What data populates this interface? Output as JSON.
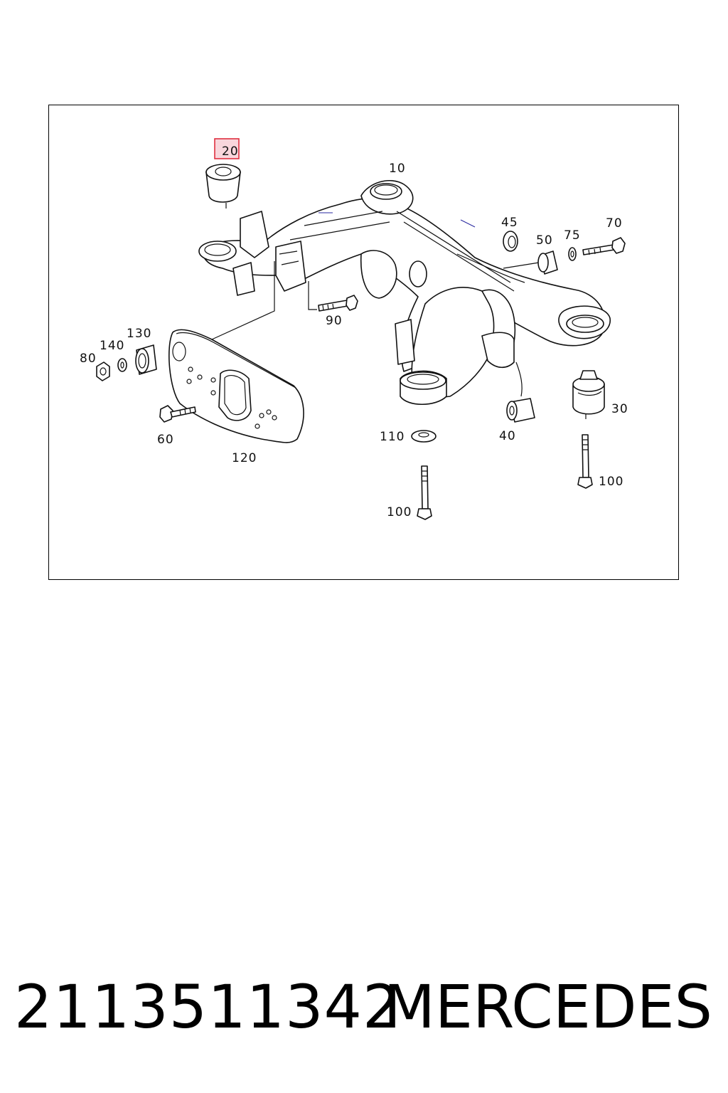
{
  "diagram": {
    "highlight_color": "#e03040",
    "labels": {
      "l10": "10",
      "l20": "20",
      "l30": "30",
      "l40": "40",
      "l45": "45",
      "l50": "50",
      "l60": "60",
      "l70": "70",
      "l75": "75",
      "l80": "80",
      "l90": "90",
      "l100a": "100",
      "l100b": "100",
      "l110": "110",
      "l120": "120",
      "l130": "130",
      "l140": "140"
    }
  },
  "footer": {
    "part_number": "2113511342",
    "brand": "MERCEDES"
  }
}
